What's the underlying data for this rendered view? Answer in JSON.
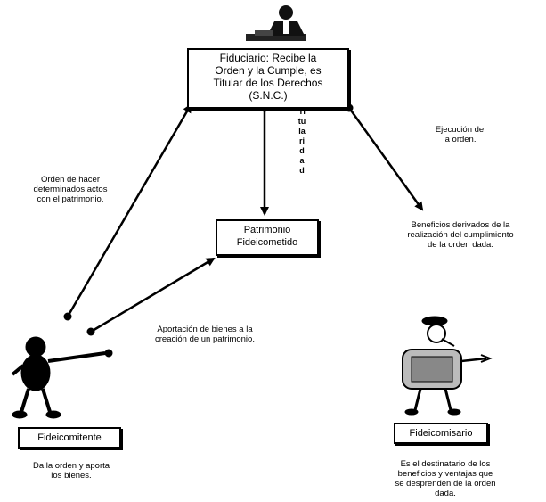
{
  "fiduciario": {
    "label": "Fiduciario: Recibe la\nOrden y la Cumple, es\nTitular de los Derechos\n(S.N.C.)"
  },
  "patrimonio": {
    "label": "Patrimonio\nFideicometido"
  },
  "fideicomitente": {
    "label": "Fideicomitente",
    "description": "Da la orden y aporta\nlos bienes."
  },
  "fideicomisario": {
    "label": "Fideicomisario",
    "description": "Es el destinatario de los\nbeneficios y ventajas que\nse desprenden de la orden\ndada."
  },
  "edges": {
    "orden": "Orden de hacer\ndeterminados actos\ncon el patrimonio.",
    "aportacion": "Aportación de bienes a la\ncreación de un patrimonio.",
    "ejecucion": "Ejecución de\nla orden.",
    "beneficios": "Beneficios derivados de la\nrealización del cumplimiento\nde la orden dada.",
    "titularidad": "Titularidad"
  }
}
